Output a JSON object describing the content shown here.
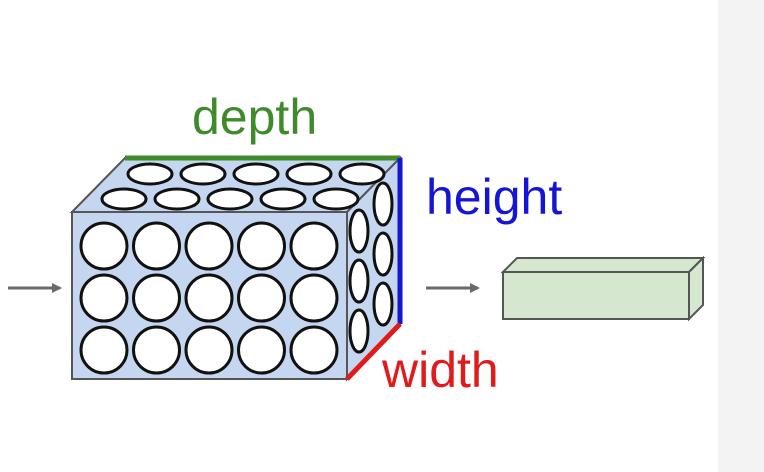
{
  "labels": {
    "depth": "depth",
    "height": "height",
    "width": "width"
  },
  "colors": {
    "depth": "#3f8a2a",
    "height": "#1515d6",
    "width": "#e01b1b",
    "volume_fill": "#c5d6f0",
    "output_fill": "#d5e8cf",
    "arrow": "#6a6a6a",
    "neuron_stroke": "#111111"
  },
  "volume": {
    "front_rows": 3,
    "front_cols": 5,
    "top_rows": 2,
    "side_cols": 2
  }
}
